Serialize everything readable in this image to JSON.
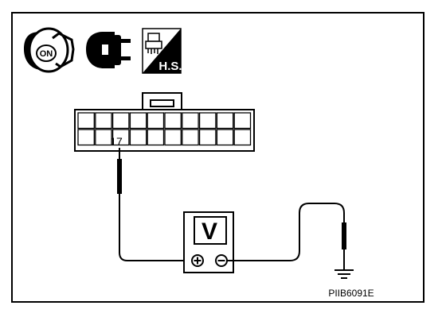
{
  "icons": {
    "ignition": {
      "label": "ON"
    },
    "harness_side": {
      "label": "H.S."
    }
  },
  "connector": {
    "pin_label": "17"
  },
  "voltmeter": {
    "label": "V",
    "positive_symbol": "+",
    "negative_symbol": "−"
  },
  "figure_code": "PIIB6091E"
}
